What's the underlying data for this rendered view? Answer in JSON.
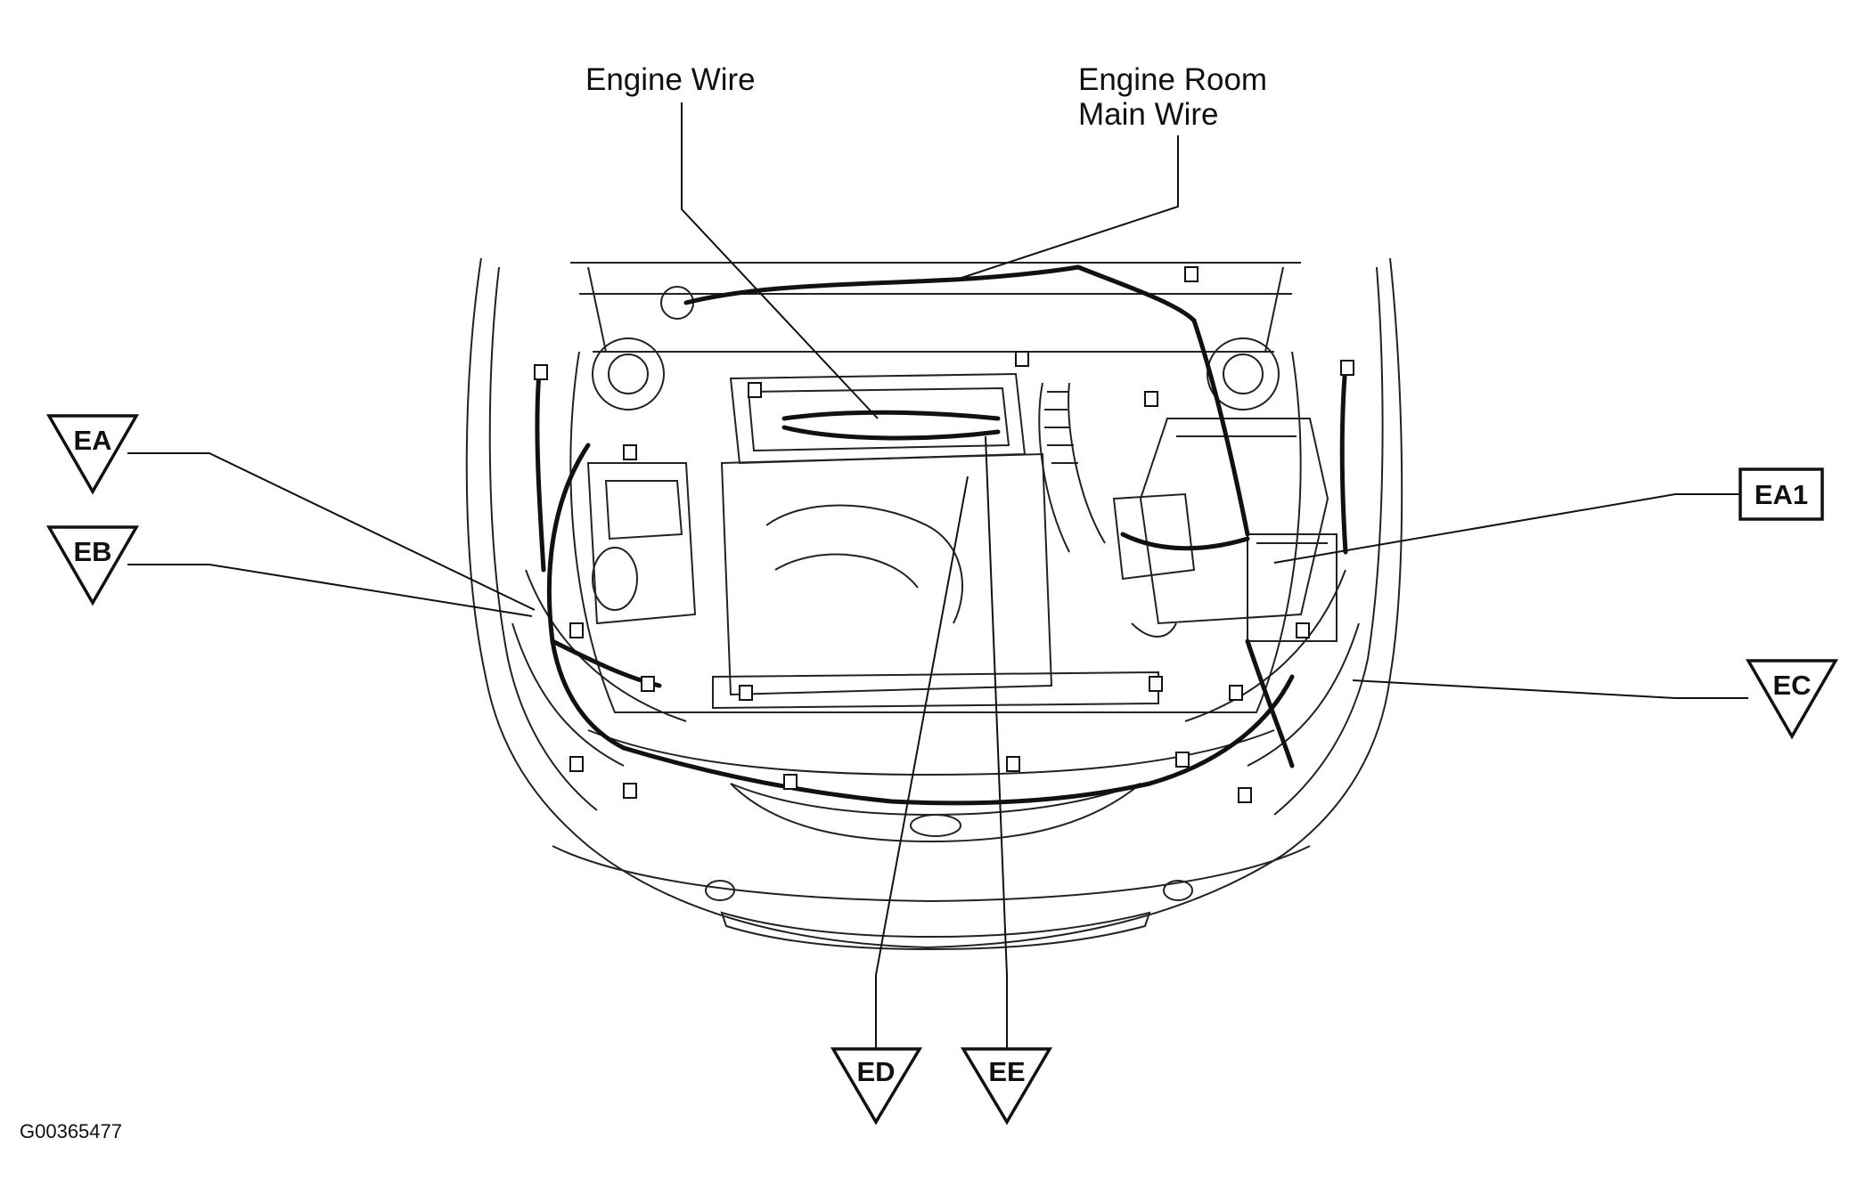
{
  "callouts": {
    "engine_wire": "Engine Wire",
    "engine_room_main_wire_line1": "Engine Room",
    "engine_room_main_wire_line2": "Main Wire"
  },
  "connectors": {
    "ea": "EA",
    "eb": "EB",
    "ec": "EC",
    "ed": "ED",
    "ee": "EE",
    "ea1": "EA1"
  },
  "figure_id": "G00365477",
  "colors": {
    "ink": "#111111",
    "paper": "#ffffff"
  }
}
